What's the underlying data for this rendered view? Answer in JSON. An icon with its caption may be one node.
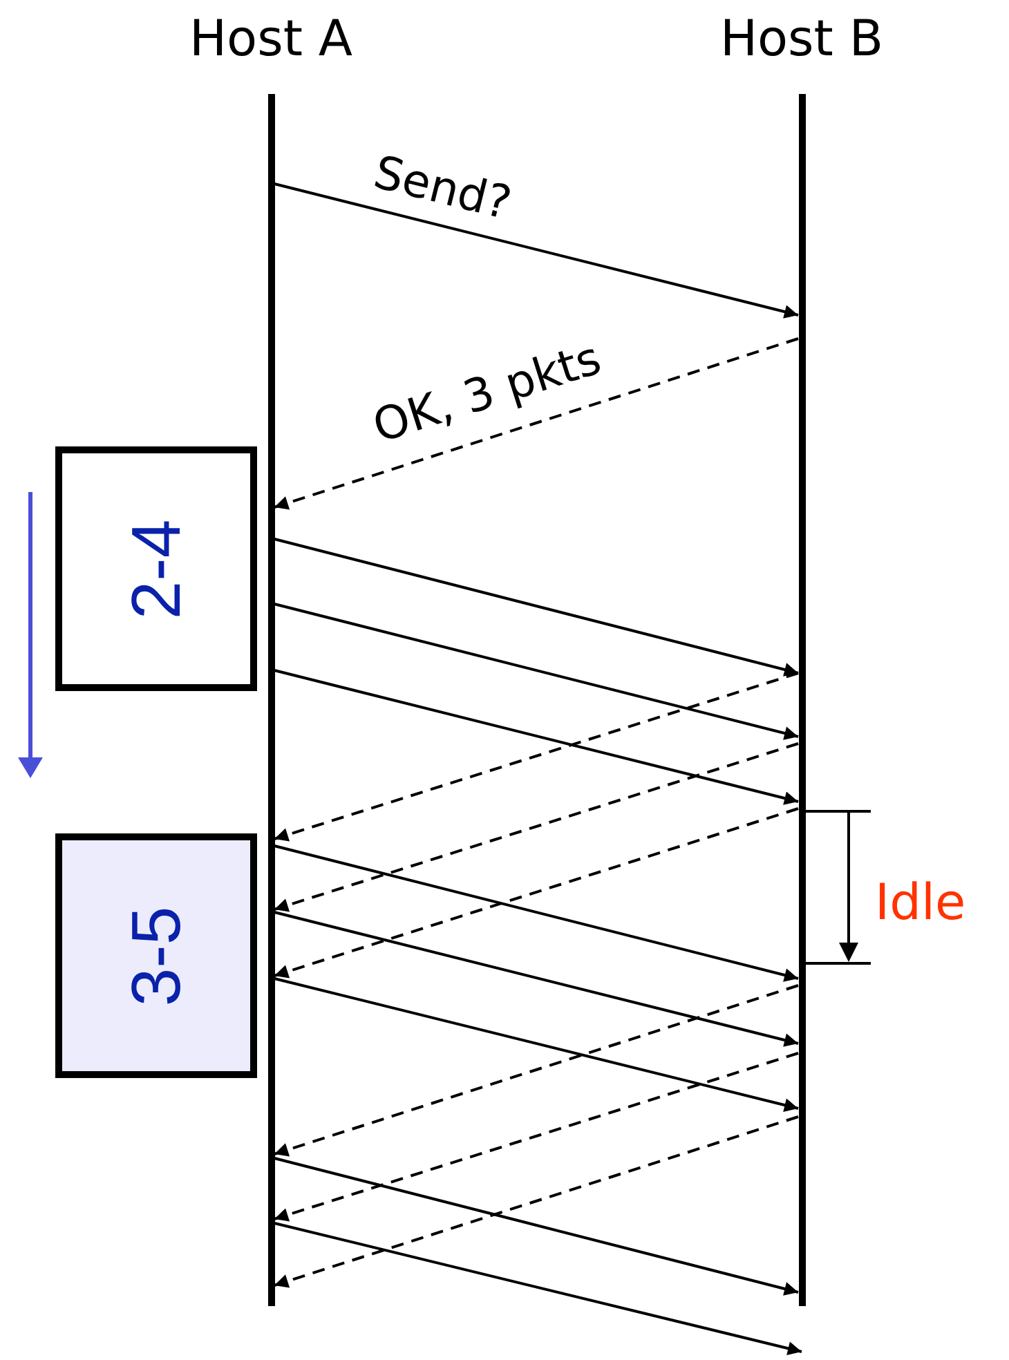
{
  "diagram": {
    "nodes": [
      {
        "text": [
          "Host A"
        ]
      },
      {
        "text": [
          "Host B"
        ]
      },
      {
        "text": [
          "2-4"
        ]
      },
      {
        "text": [
          "3-5"
        ]
      }
    ],
    "edges": [
      {
        "from": 0,
        "to": 1,
        "arrow": "to",
        "label": "Send?"
      },
      {
        "from": 1,
        "to": 0,
        "arrow": "to",
        "style": "dashed",
        "label": "OK, 3 pkts"
      },
      {
        "from": 0,
        "to": 1,
        "arrow": "to"
      },
      {
        "from": 0,
        "to": 1,
        "arrow": "to"
      },
      {
        "from": 0,
        "to": 1,
        "arrow": "to"
      },
      {
        "from": 1,
        "to": 0,
        "arrow": "to",
        "style": "dashed"
      },
      {
        "from": 1,
        "to": 0,
        "arrow": "to",
        "style": "dashed"
      },
      {
        "from": 1,
        "to": 0,
        "arrow": "to",
        "style": "dashed"
      },
      {
        "from": 0,
        "to": 1,
        "arrow": "to"
      },
      {
        "from": 0,
        "to": 1,
        "arrow": "to"
      },
      {
        "from": 0,
        "to": 1,
        "arrow": "to"
      },
      {
        "from": 1,
        "to": 0,
        "arrow": "to",
        "style": "dashed"
      },
      {
        "from": 1,
        "to": 0,
        "arrow": "to",
        "style": "dashed"
      },
      {
        "from": 1,
        "to": 0,
        "arrow": "to",
        "style": "dashed"
      },
      {
        "from": 0,
        "to": 1,
        "arrow": "to"
      },
      {
        "from": 0,
        "to": null,
        "arrow": "to"
      }
    ],
    "labels": [
      "Idle"
    ]
  }
}
